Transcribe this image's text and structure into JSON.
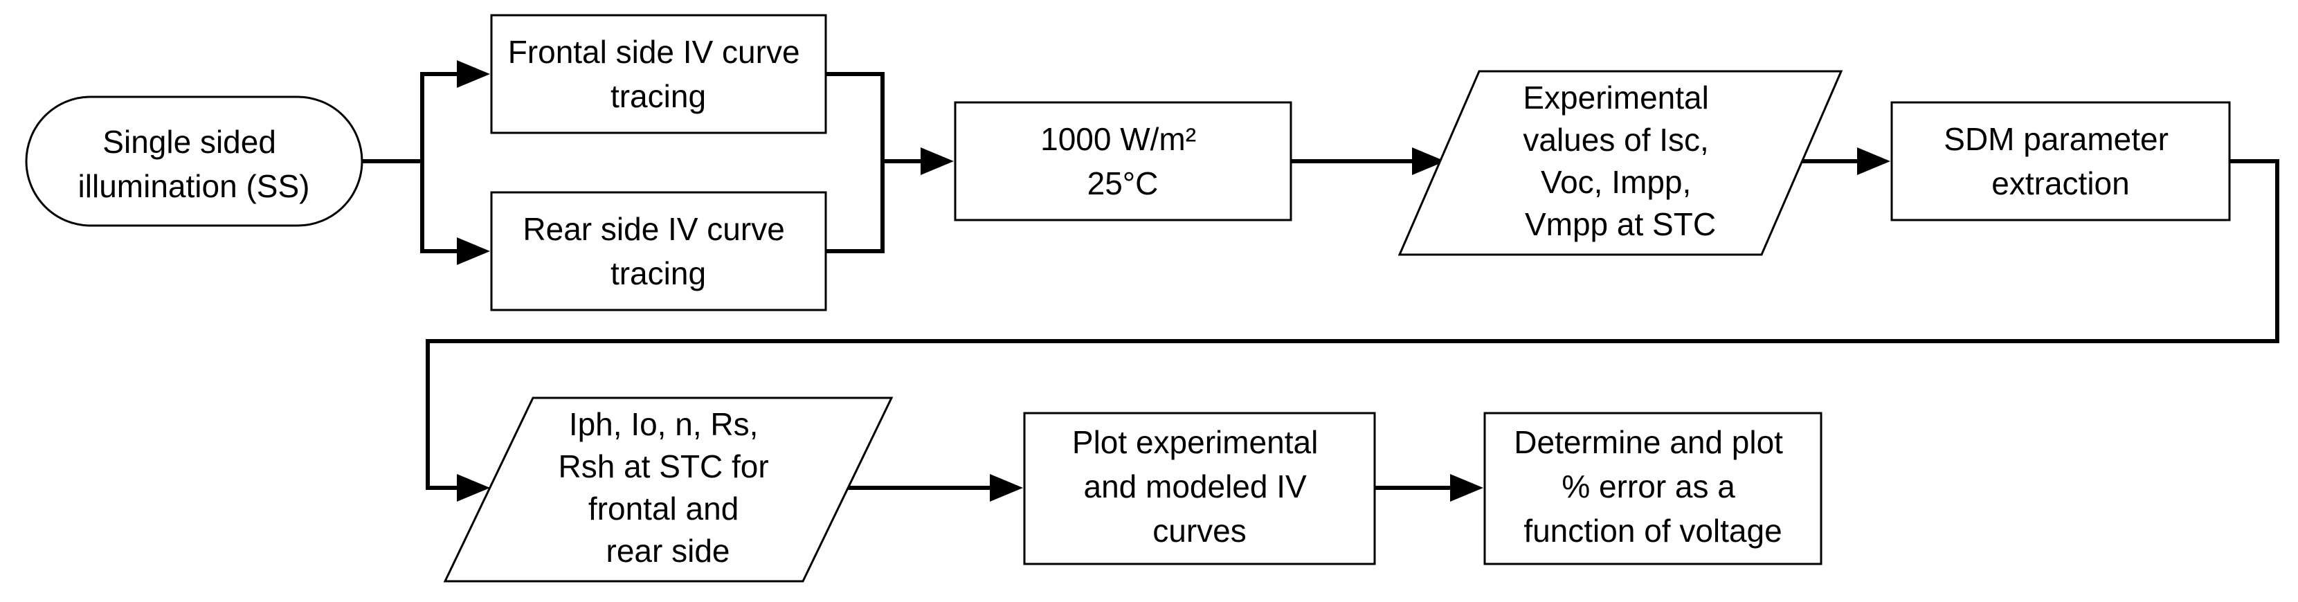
{
  "nodes": {
    "single_sided": {
      "lines": [
        "Single sided",
        "illumination (SS)"
      ]
    },
    "frontal_iv": {
      "lines": [
        "Frontal side IV curve",
        "tracing"
      ]
    },
    "rear_iv": {
      "lines": [
        "Rear side IV curve",
        "tracing"
      ]
    },
    "stc_conditions": {
      "lines": [
        "1000 W/m²",
        "25°C"
      ]
    },
    "experimental_values": {
      "lines": [
        "Experimental",
        "values of Isc,",
        "Voc, Impp,",
        "Vmpp at STC"
      ]
    },
    "sdm_extraction": {
      "lines": [
        "SDM parameter",
        "extraction"
      ]
    },
    "sdm_parameters": {
      "lines": [
        "Iph, Io, n, Rs,",
        "Rsh at STC for",
        "frontal and",
        "rear side"
      ]
    },
    "plot_iv": {
      "lines": [
        "Plot experimental",
        "and modeled IV",
        "curves"
      ]
    },
    "error_plot": {
      "lines": [
        "Determine and plot",
        "% error as a",
        "function of voltage"
      ]
    }
  }
}
